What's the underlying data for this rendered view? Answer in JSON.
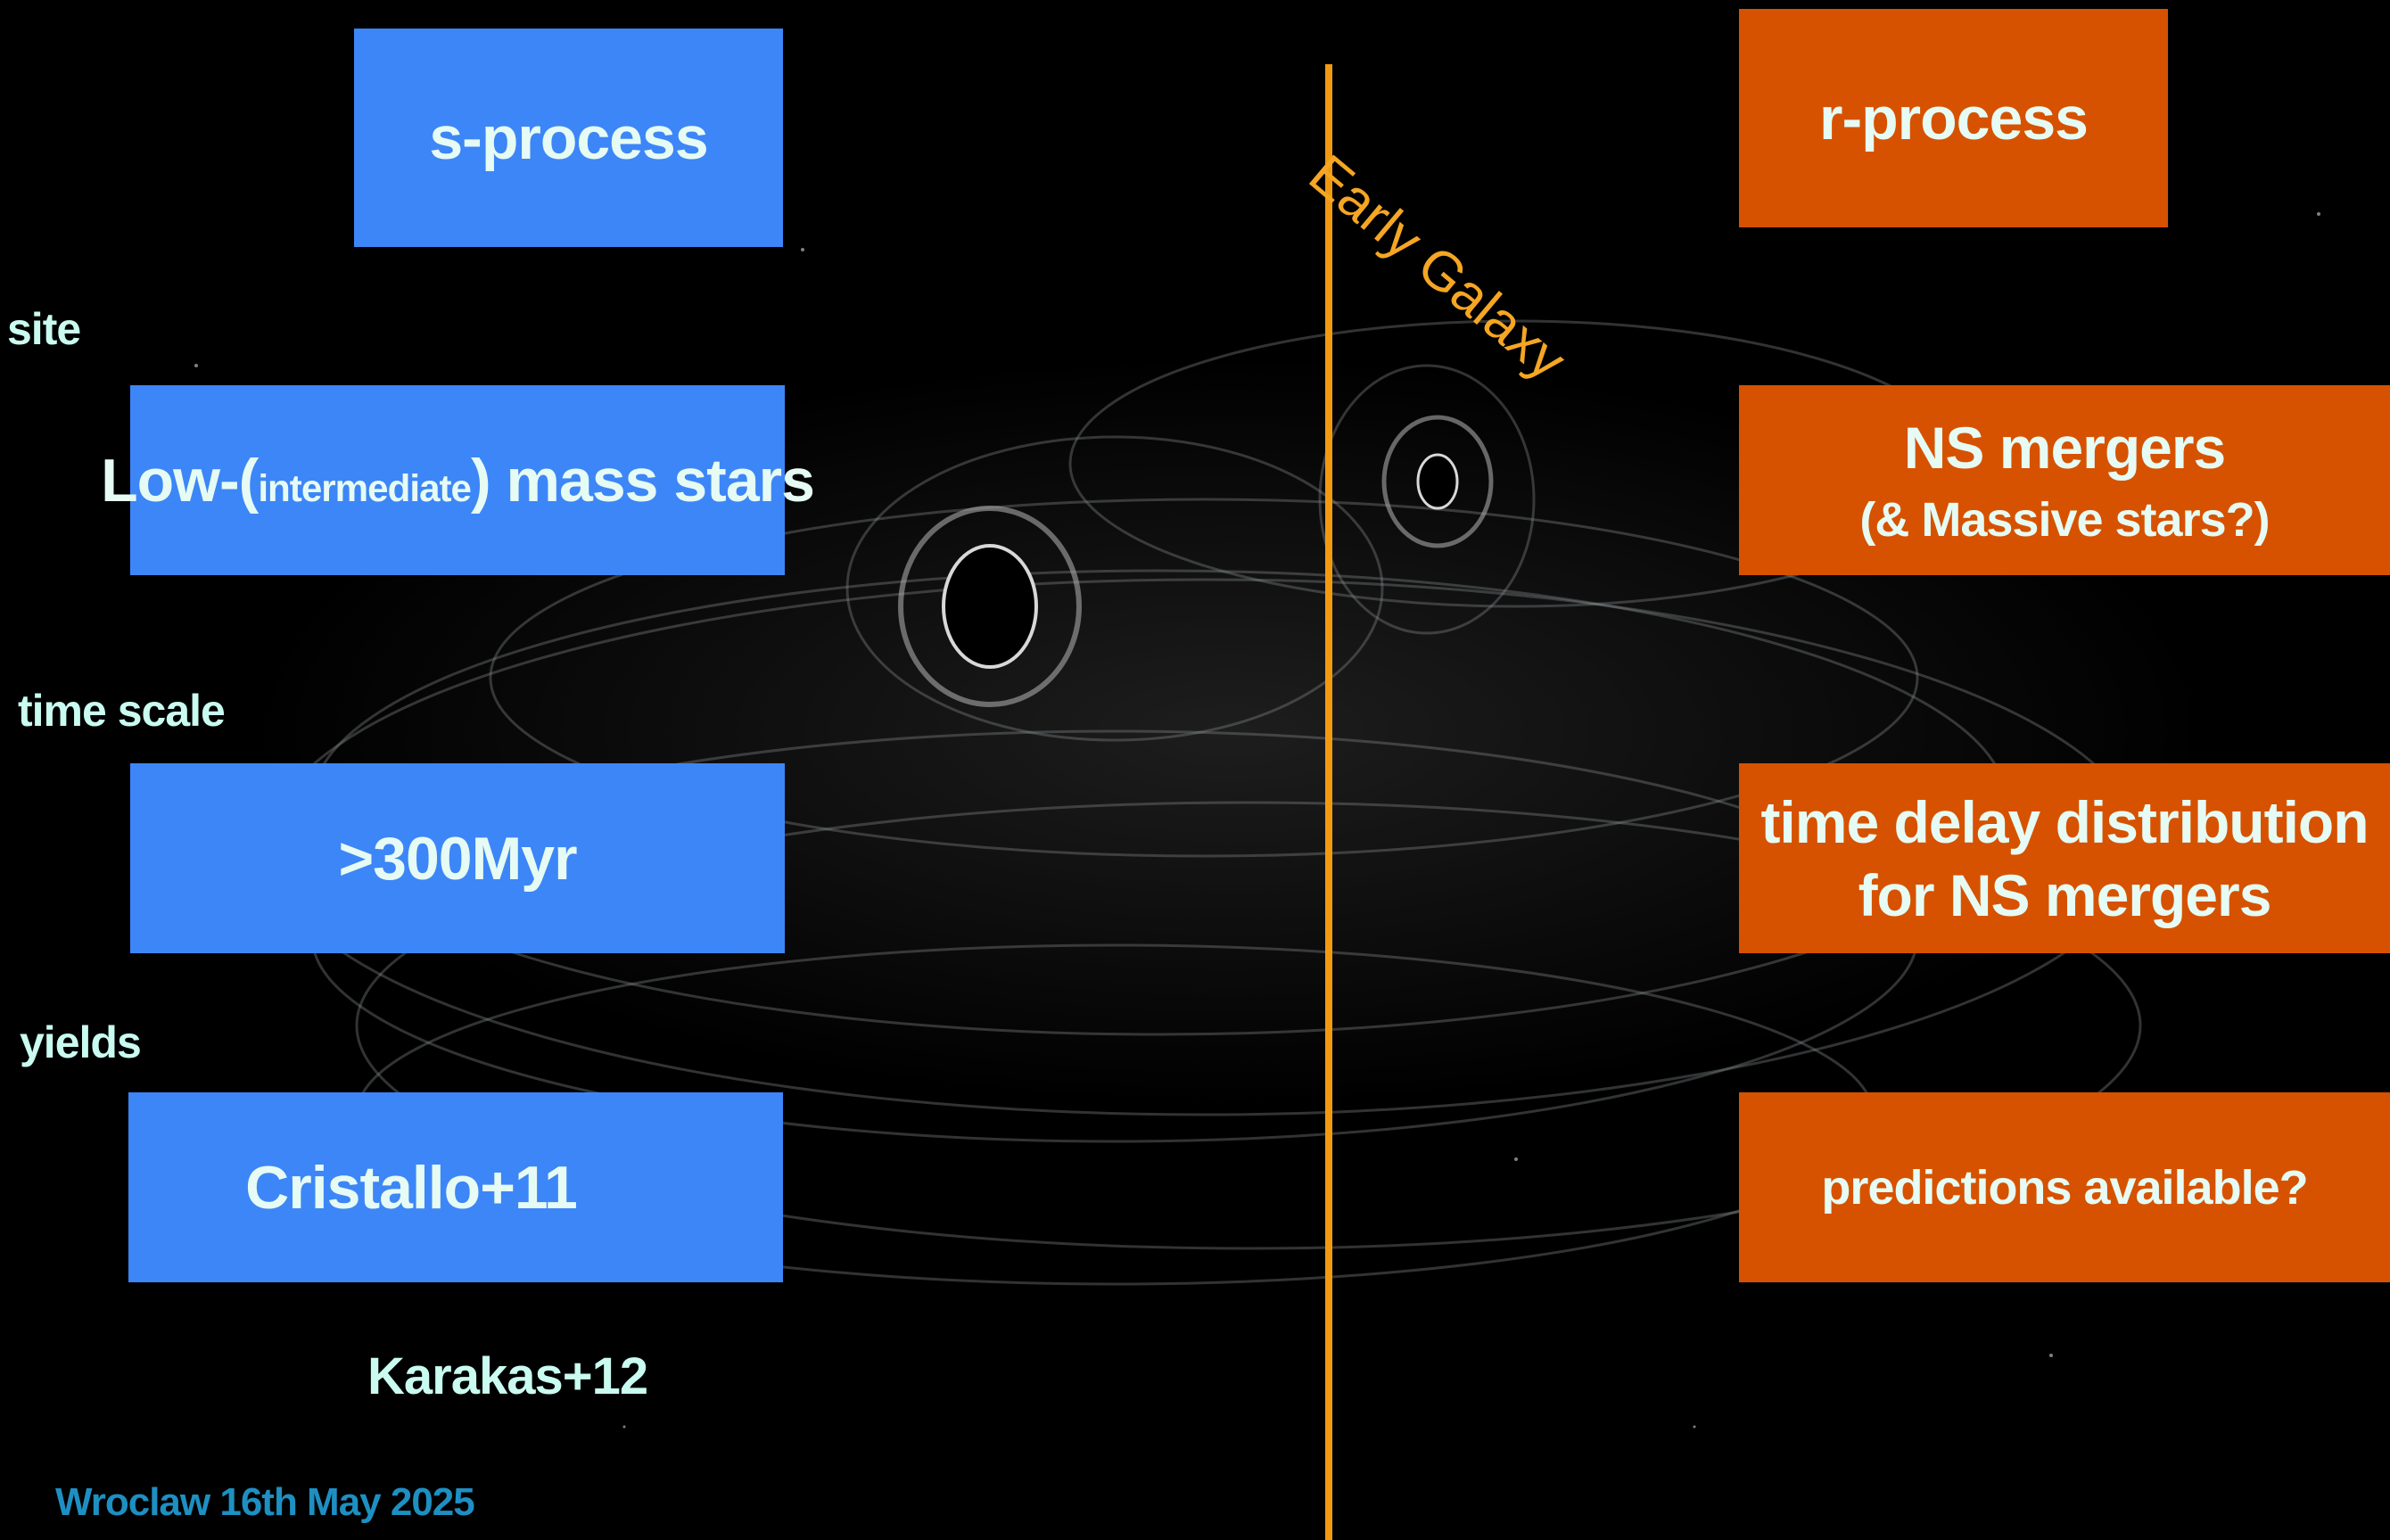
{
  "s_process": {
    "header": "s-process",
    "site": {
      "prefix": "Low-(",
      "small": "intermediate",
      "suffix": ") mass stars"
    },
    "time_scale": ">300Myr",
    "yields": "Cristallo+11",
    "extra_yields": "Karakas+12"
  },
  "r_process": {
    "header": "r-process",
    "site_line1": "NS mergers",
    "site_line2": "(& Massive stars?)",
    "time_line1": "time delay distribution",
    "time_line2": "for NS mergers",
    "yields": "predictions available?"
  },
  "row_labels": {
    "site": "site",
    "time_scale": "time scale",
    "yields": "yields"
  },
  "divider_label": "Early Galaxy",
  "footer": "Wroclaw 16th May 2025",
  "colors": {
    "blue_box": "#3d86f7",
    "orange_box": "#d65200",
    "divider": "#f29a0f",
    "label_text": "#c9fbf0"
  }
}
